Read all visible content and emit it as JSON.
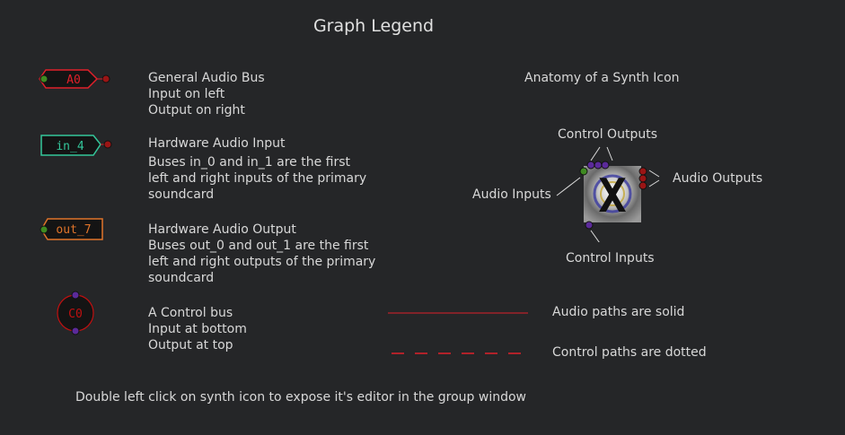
{
  "title": "Graph Legend",
  "general_bus": {
    "tag": "A0",
    "lines": [
      "General Audio Bus",
      "Input on left",
      "Output on right"
    ]
  },
  "hw_input": {
    "tag": "in_4",
    "heading": "Hardware Audio Input",
    "lines": [
      "Buses in_0 and in_1 are the first",
      "left and right inputs of the primary",
      "soundcard"
    ]
  },
  "hw_output": {
    "tag": "out_7",
    "heading": "Hardware Audio Output",
    "lines": [
      "Buses out_0 and out_1 are the first",
      "left and right outputs of the primary",
      "soundcard"
    ]
  },
  "control_bus": {
    "tag": "C0",
    "lines": [
      "A Control bus",
      "Input at bottom",
      "Output at top"
    ]
  },
  "anatomy": {
    "heading": "Anatomy of a Synth Icon",
    "control_outputs": "Control Outputs",
    "audio_inputs": "Audio Inputs",
    "audio_outputs": "Audio Outputs",
    "control_inputs": "Control Inputs",
    "icon_glyph": "X"
  },
  "paths": {
    "audio": "Audio paths are solid",
    "control": "Control paths are dotted"
  },
  "footer": "Double left click on synth icon to expose it's editor in the group window",
  "colors": {
    "background": "#252628",
    "audio_red": "#e0202a",
    "hw_input_green": "#34c69a",
    "hw_output_orange": "#e0742a",
    "input_port_green": "#3f8b22",
    "output_port_red": "#9a1515",
    "control_port_purple": "#5b2a9a"
  }
}
